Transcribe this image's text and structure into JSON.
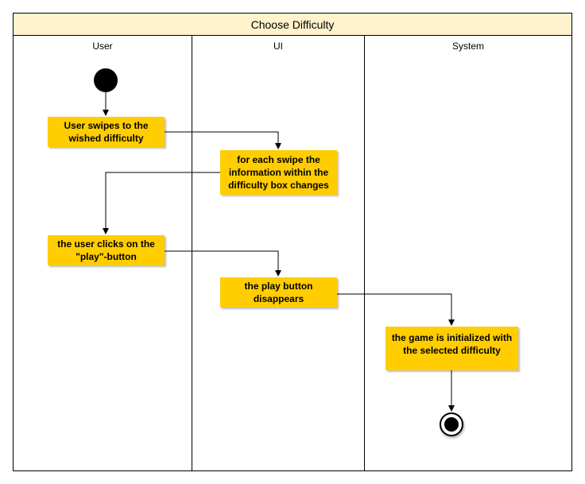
{
  "diagram": {
    "title": "Choose Difficulty",
    "lanes": [
      {
        "label": "User"
      },
      {
        "label": "UI"
      },
      {
        "label": "System"
      }
    ],
    "nodes": {
      "swipe": "User swipes to the wished difficulty",
      "info_changes": "for each swipe the information within the difficulty box changes",
      "click_play": "the user clicks on the \"play\"-button",
      "play_disappears": "the play button disappears",
      "game_init": "the game is initialized with the selected difficulty"
    },
    "colors": {
      "activity_fill": "#ffcd00",
      "title_fill": "#fff2cc",
      "line": "#000000"
    }
  }
}
